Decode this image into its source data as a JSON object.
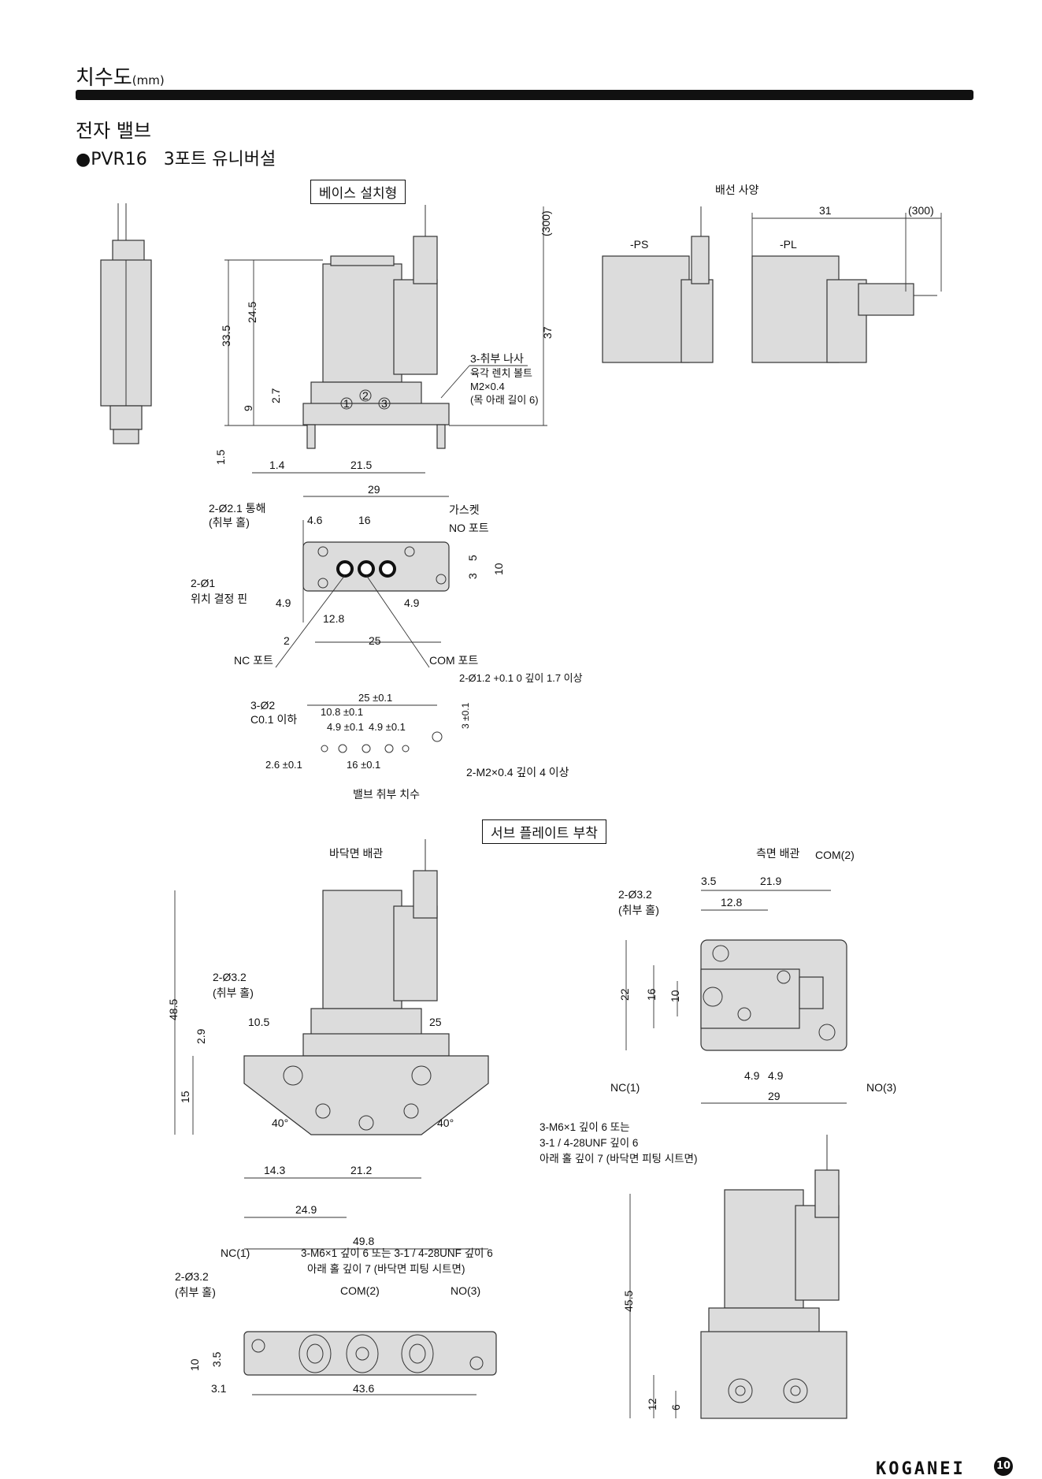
{
  "header": {
    "title": "치수도",
    "unit": "(mm)",
    "section": "전자 밸브",
    "model": "●PVR16",
    "model_desc": "3포트 유니버설"
  },
  "labels": {
    "base_mount": "베이스 설치형",
    "wiring_spec": "배선 사양",
    "ps": "-PS",
    "pl": "-PL",
    "sub_plate": "서브 플레이트 부착",
    "bottom_piping": "바닥면 배관",
    "side_piping": "측면 배관",
    "valve_mount_dims": "밸브 취부 치수",
    "mounting_screw": "3-취부 나사",
    "mounting_screw_desc1": "육각 렌치 볼트",
    "mounting_screw_desc2": "M2×0.4",
    "mounting_screw_desc3": "(목 아래 길이 6)",
    "through_hole": "2-Ø2.1 통해",
    "mounting_hole": "(취부 홀)",
    "gasket": "가스켓",
    "no_port": "NO 포트",
    "nc_port": "NC 포트",
    "com_port": "COM 포트",
    "pin": "2-Ø1",
    "pin_desc": "위치 결정 핀",
    "hole_depth": "2-Ø1.2 +0.1 0 깊이 1.7 이상",
    "three_phi2": "3-Ø2",
    "c01": "C0.1 이하",
    "m2_depth": "2-M2×0.4 깊이 4 이상",
    "phi32": "2-Ø3.2",
    "com2": "COM(2)",
    "nc1": "NC(1)",
    "no3": "NO(3)",
    "m6_a": "3-M6×1 깊이 6 또는",
    "m6_b": "3-1 / 4-28UNF 깊이 6",
    "m6_c": "아래 홀 깊이 7 (바닥면 피팅 시트면)",
    "m6_line": "3-M6×1 깊이 6 또는 3-1 / 4-28UNF 깊이 6",
    "m6_line2": "아래 홀 깊이 7 (바닥면 피팅 시트면)"
  },
  "dims": {
    "d300a": "(300)",
    "d37": "37",
    "d33_5": "33.5",
    "d24_5": "24.5",
    "d9": "9",
    "d2_7": "2.7",
    "d1_5": "1.5",
    "d1_4": "1.4",
    "d21_5": "21.5",
    "d29": "29",
    "d31": "31",
    "d300b": "(300)",
    "d4_6": "4.6",
    "d16": "16",
    "d5": "5",
    "d3": "3",
    "d10": "10",
    "d4_9a": "4.9",
    "d4_9b": "4.9",
    "d12_8": "12.8",
    "d2": "2",
    "d25": "25",
    "t25": "25 ±0.1",
    "t10_8": "10.8 ±0.1",
    "t4_9a": "4.9 ±0.1",
    "t4_9b": "4.9 ±0.1",
    "t3": "3 ±0.1",
    "t2_6": "2.6 ±0.1",
    "t16": "16 ±0.1",
    "s48_5": "48.5",
    "s2_9": "2.9",
    "s10_5": "10.5",
    "s25": "25",
    "s15": "15",
    "s40a": "40°",
    "s40b": "40°",
    "s14_3": "14.3",
    "s21_2": "21.2",
    "s24_9": "24.9",
    "s49_8": "49.8",
    "r3_5": "3.5",
    "r21_9": "21.9",
    "r12_8": "12.8",
    "r22": "22",
    "r16": "16",
    "r10": "10",
    "r4_9a": "4.9",
    "r4_9b": "4.9",
    "r29": "29",
    "b10": "10",
    "b3_5": "3.5",
    "b3_1": "3.1",
    "b43_6": "43.6",
    "v45_5": "45.5",
    "v6": "6",
    "v12": "12",
    "p1": "1",
    "p2": "2",
    "p3": "3"
  },
  "footer": {
    "logo": "KOGANEI",
    "page_number": "10"
  }
}
